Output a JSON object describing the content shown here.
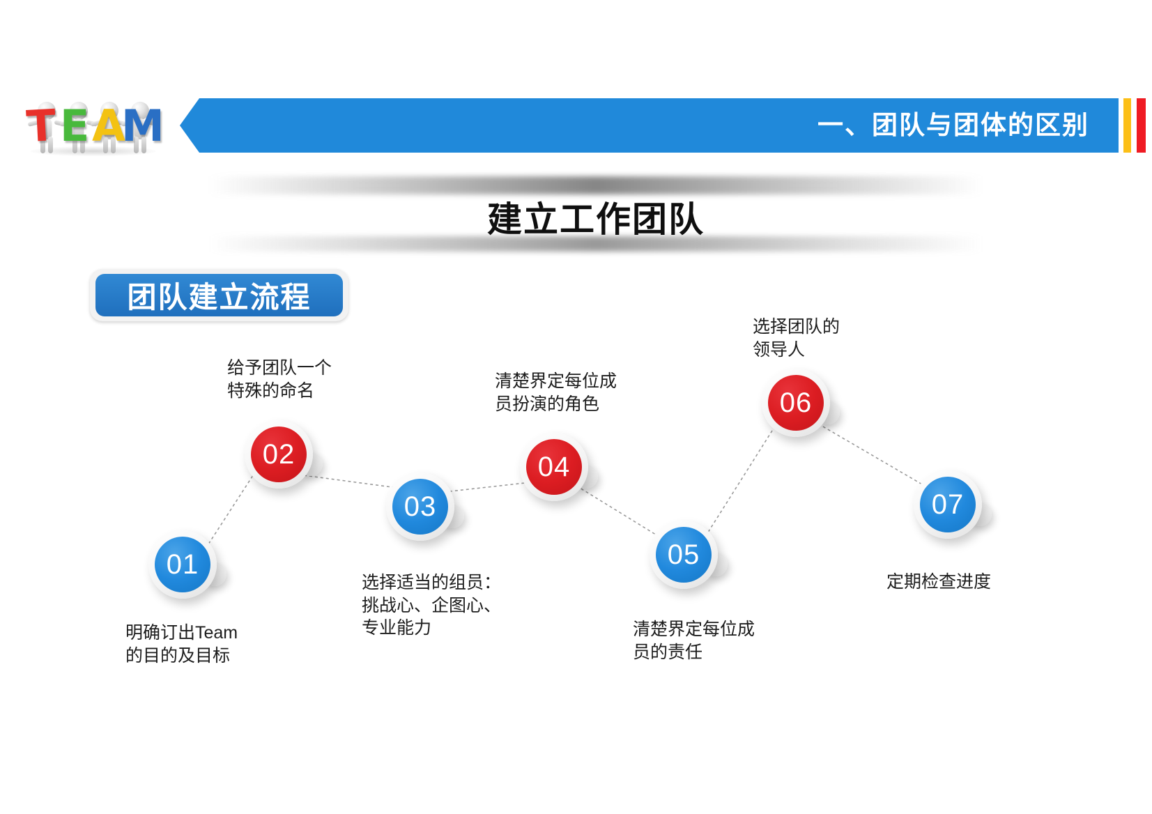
{
  "header": {
    "title": "一、团队与团体的区别",
    "accent_blue": "#2089da",
    "accent_yellow": "#fcbf17",
    "accent_red": "#ef1b23"
  },
  "logo": {
    "letters": [
      {
        "char": "T",
        "color": "#e8312a"
      },
      {
        "char": "E",
        "color": "#48b93c"
      },
      {
        "char": "A",
        "color": "#f3c212"
      },
      {
        "char": "M",
        "color": "#2a6fc4"
      }
    ]
  },
  "title": {
    "text": "建立工作团队"
  },
  "section_label": {
    "text": "团队建立流程"
  },
  "flow": {
    "nodes": [
      {
        "num": "01",
        "color": "blue",
        "caption": "明确订出Team\n的目的及目标"
      },
      {
        "num": "02",
        "color": "red",
        "caption": "给予团队一个\n特殊的命名"
      },
      {
        "num": "03",
        "color": "blue",
        "caption": "选择适当的组员：\n挑战心、企图心、\n专业能力"
      },
      {
        "num": "04",
        "color": "red",
        "caption": "清楚界定每位成\n员扮演的角色"
      },
      {
        "num": "05",
        "color": "blue",
        "caption": "清楚界定每位成\n员的责任"
      },
      {
        "num": "06",
        "color": "red",
        "caption": "选择团队的\n领导人"
      },
      {
        "num": "07",
        "color": "blue",
        "caption": "定期检查进度"
      }
    ],
    "colors": {
      "blue": "#2189dd",
      "red": "#dc1d22",
      "connector": "#9a9a9a"
    }
  }
}
